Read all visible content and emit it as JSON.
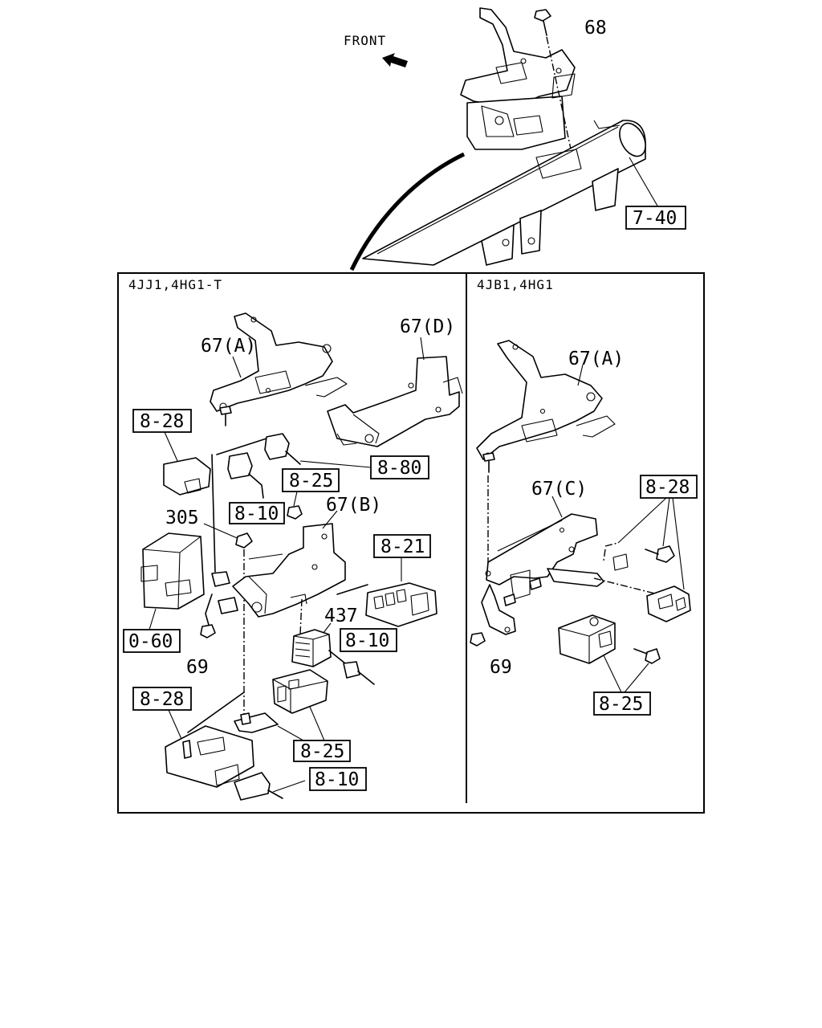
{
  "orientation": {
    "text": "FRONT",
    "icon": "arrow-icon"
  },
  "panels": {
    "left": {
      "header": "4JJ1,4HG1-T"
    },
    "right": {
      "header": "4JB1,4HG1"
    }
  },
  "callouts_top": {
    "bolt": "68",
    "crossmember": "7-40"
  },
  "callouts_left": {
    "bracket_a": "67(A)",
    "bracket_d": "67(D)",
    "bracket_b": "67(B)",
    "ref_828_top": "8-28",
    "ref_880": "8-80",
    "ref_825_mid": "8-25",
    "ref_810_mid": "8-10",
    "nut_305": "305",
    "ref_821": "8-21",
    "relay_437": "437",
    "ref_810_relay": "8-10",
    "ref_060": "0-60",
    "nut_69": "69",
    "ref_828_bottom": "8-28",
    "ref_825_bottom": "8-25",
    "ref_810_bottom": "8-10"
  },
  "callouts_right": {
    "bracket_a": "67(A)",
    "bracket_c": "67(C)",
    "ref_828": "8-28",
    "nut_69": "69",
    "ref_825": "8-25"
  }
}
